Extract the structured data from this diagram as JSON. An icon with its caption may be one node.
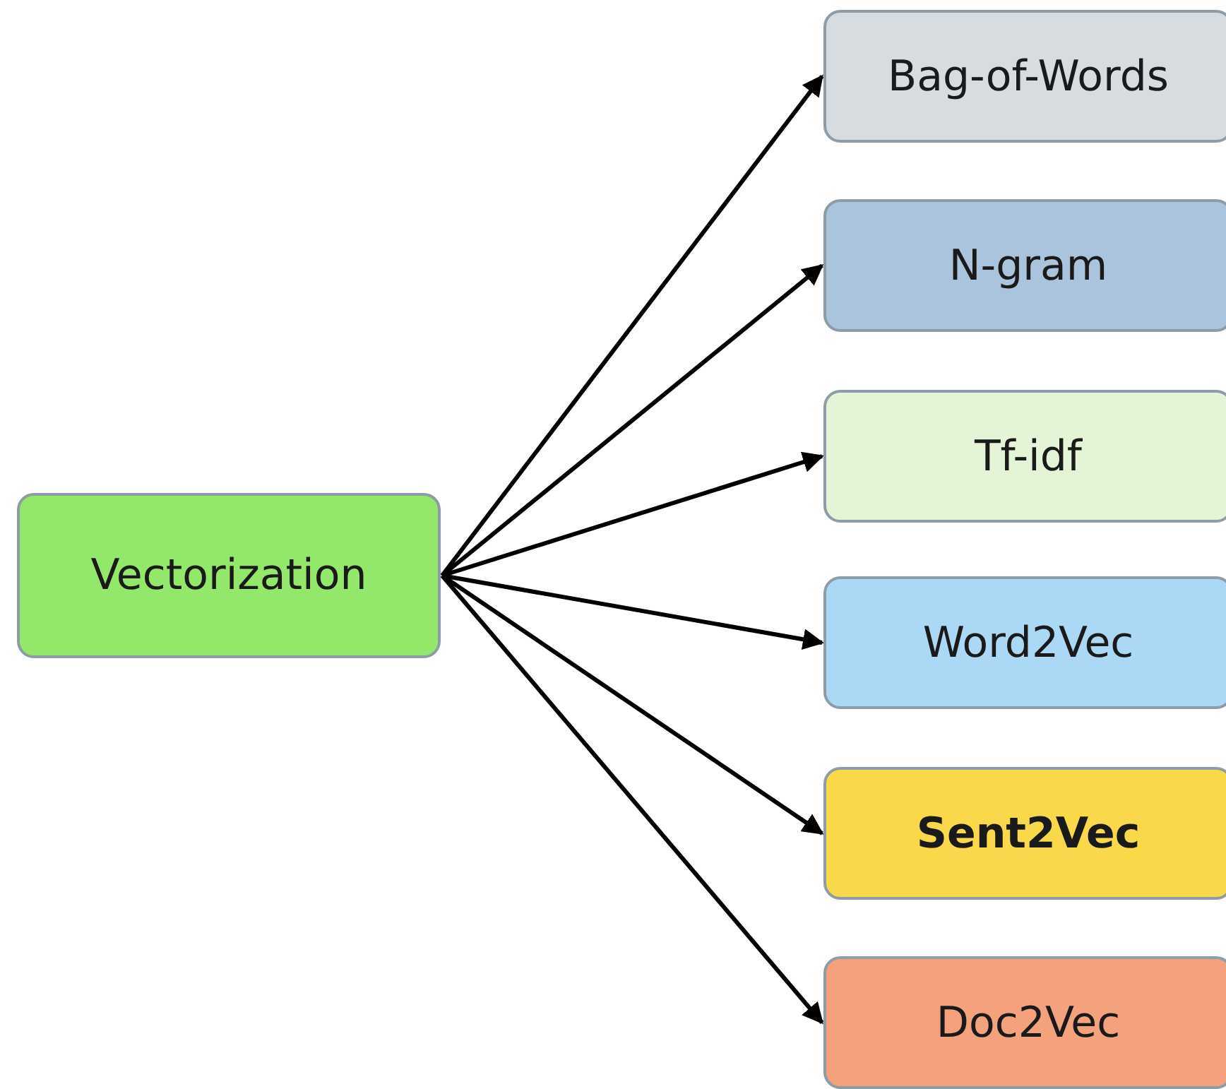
{
  "diagram": {
    "nodes": [
      {
        "text": [
          "Vectorization"
        ]
      },
      {
        "text": [
          "Bag-of-Words"
        ]
      },
      {
        "text": [
          "N-gram"
        ]
      },
      {
        "text": [
          "Tf-idf"
        ]
      },
      {
        "text": [
          "Word2Vec"
        ]
      },
      {
        "text": [
          "Sent2Vec"
        ]
      },
      {
        "text": [
          "Doc2Vec"
        ]
      }
    ],
    "edges": [
      {
        "from": 0,
        "to": 1,
        "arrow": "to"
      },
      {
        "from": 0,
        "to": 2,
        "arrow": "to"
      },
      {
        "from": 0,
        "to": 3,
        "arrow": "to"
      },
      {
        "from": 0,
        "to": 4,
        "arrow": "to"
      },
      {
        "from": 0,
        "to": 5,
        "arrow": "to"
      },
      {
        "from": 0,
        "to": 6,
        "arrow": "to"
      }
    ]
  }
}
